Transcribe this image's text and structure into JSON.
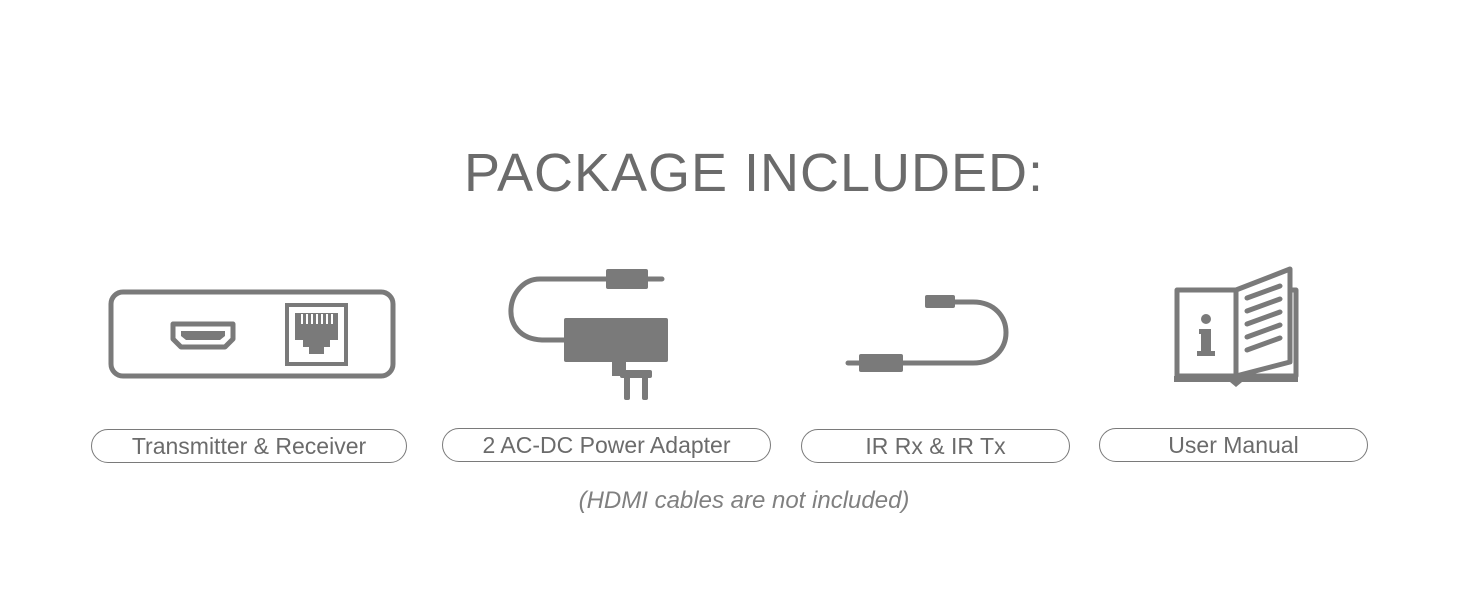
{
  "title": "PACKAGE INCLUDED:",
  "colors": {
    "icon_gray": "#7a7a7a",
    "text_gray": "#6b6b6b"
  },
  "items": [
    {
      "label": "Transmitter & Receiver",
      "icon": "transmitter-receiver-icon"
    },
    {
      "label": "2 AC-DC Power Adapter",
      "icon": "power-adapter-icon"
    },
    {
      "label": "IR Rx & IR Tx",
      "icon": "ir-cable-icon"
    },
    {
      "label": "User Manual",
      "icon": "user-manual-icon"
    }
  ],
  "note": "(HDMI cables are not included)"
}
